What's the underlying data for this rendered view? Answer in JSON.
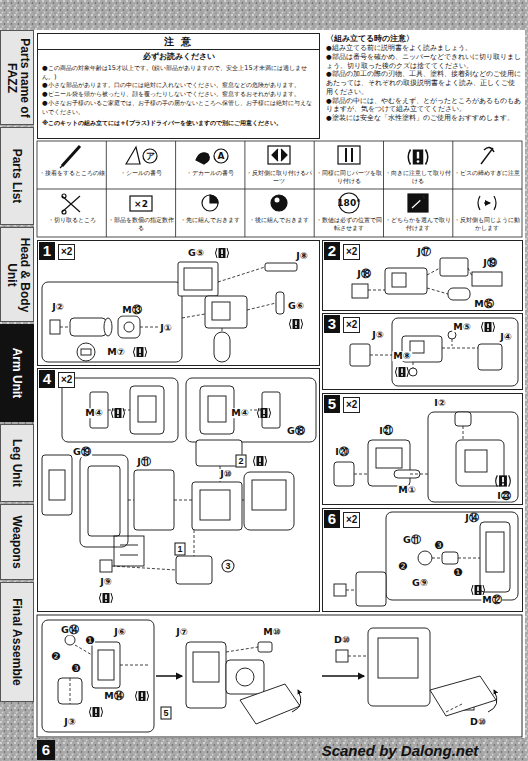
{
  "diagram": {
    "nodes": [
      {
        "text": [
          "Parts name of FAZZ"
        ]
      },
      {
        "text": [
          "Parts List"
        ]
      },
      {
        "text": [
          "Head & Body Unit"
        ]
      },
      {
        "text": [
          "Arm Unit"
        ]
      },
      {
        "text": [
          "Leg Unit"
        ]
      },
      {
        "text": [
          "Weapons"
        ]
      },
      {
        "text": [
          "Final Assemble"
        ]
      },
      {
        "text": [
          "注 意",
          "必ずお読みください",
          "●この商品の対象年齢は15才以上です。(鋭い部品がありますので、安全上15才未満には適しません。)",
          "●小さな部品があります。口の中には絶対に入れないでください。窒息などの危険があります。",
          "●ビニール袋を頭から被ったり、顔を覆ったりしないでください。窒息するおそれがあります。",
          "●小さなお子様のいるご家庭では、お子様の手の届かないところへ保管し、お子様には絶対に与えないでください。",
          "※このキットの組み立てには+(プラス)ドライバーを使いますので別にご用意ください。"
        ]
      },
      {
        "text": [
          "〈組み立てる時の注意〉",
          "●組み立てる前に説明書をよく読みましょう。",
          "●部品は番号を確かめ、ニッパーなどできれいに切り取りましょう。切り取った後のクズは捨ててください。",
          "●部品の加工の際の刃物、工具、塗料、接着剤などのご使用にあたっては、それぞれの取扱説明書をよく読み、正しくご使用ください。",
          "●部品の中には、やむをえず、とがったところがあるものもありますが、気をつけて組み立ててください。",
          "●塗装には安全な「水性塗料」のご使用をおすすめします。"
        ]
      },
      {
        "text": [
          "1",
          "×2"
        ]
      },
      {
        "text": [
          "2",
          "×2"
        ]
      },
      {
        "text": [
          "3",
          "×2"
        ]
      },
      {
        "text": [
          "4",
          "×2"
        ]
      },
      {
        "text": [
          "5",
          "×2"
        ]
      },
      {
        "text": [
          "6",
          "×2"
        ]
      },
      {
        "text": [
          "6"
        ]
      }
    ],
    "labels": [
      "ア",
      "A",
      "×2",
      "180°",
      "G⑤",
      "J⑧",
      "J②",
      "M⑬",
      "J①",
      "G⑥",
      "M⑦",
      "J⑰",
      "J⑲",
      "J⑱",
      "M⑮",
      "M⑤",
      "J⑤",
      "J④",
      "M⑧",
      "M④",
      "M④",
      "G⑱",
      "G⑲",
      "J⑪",
      "J⑩",
      "2",
      "1",
      "J⑨",
      "3",
      "I②",
      "I㉑",
      "I⑳",
      "M①",
      "I㉓",
      "J⑭",
      "G⑪",
      "❸",
      "❷",
      "❶",
      "G⑨",
      "M⑫",
      "G⑭",
      "J⑥",
      "❷",
      "❸",
      "❶",
      "M⑭",
      "J③",
      "J⑦",
      "M⑩",
      "5",
      "D⑩",
      "D⑩",
      "Scaned by Dalong.net"
    ],
    "legend": [
      {
        "text": "・接着をするところの線"
      },
      {
        "text": "・シールの番号"
      },
      {
        "text": "・デカールの番号"
      },
      {
        "text": "・反対側に取り付けるパーツ"
      },
      {
        "text": "・同様に同じパーツを取り付ける"
      },
      {
        "text": "・向きに注意して取り付ける"
      },
      {
        "text": "・ビスの締めすぎに注意"
      },
      {
        "text": "・切り取るところ"
      },
      {
        "text": "・部品を数個の指定数作る"
      },
      {
        "text": "・先に組んでおきます"
      },
      {
        "text": "・後に組んでおきます"
      },
      {
        "text": "・数値は必ずの位置で回転させます"
      },
      {
        "text": "・どちらかを選んで取り付けます"
      },
      {
        "text": "・反対側も同じように動かします"
      }
    ]
  }
}
